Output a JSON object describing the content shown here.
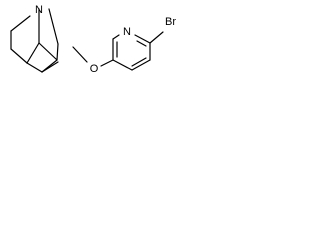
{
  "molecule": {
    "atoms": {
      "quinuclidine_nitrogen": "N",
      "ether_oxygen": "O",
      "pyridine_nitrogen": "N",
      "bromine": "Br"
    },
    "colors": {
      "bond": "#000000",
      "label": "#000000",
      "background": "#ffffff"
    }
  }
}
